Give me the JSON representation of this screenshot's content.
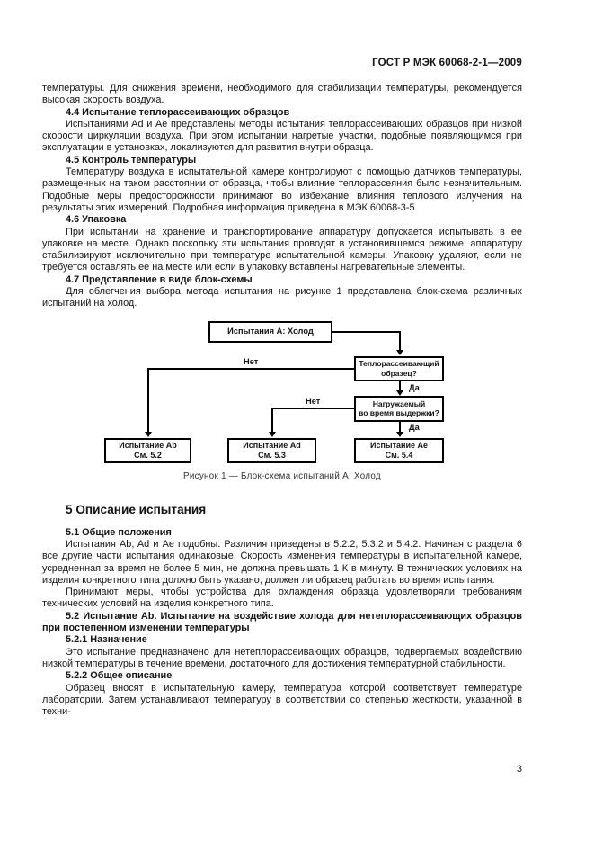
{
  "header": {
    "doc_number": "ГОСТ Р МЭК 60068-2-1—2009"
  },
  "content": {
    "p_intro": "температуры. Для снижения времени, необходимого для стабилизации температуры, рекомендуется высокая скорость воздуха.",
    "h44": "4.4 Испытание теплорассеивающих образцов",
    "p44": "Испытаниями Ad и Ае представлены методы испытания теплорассеивающих образцов при низкой скорости циркуляции воздуха. При этом испытании нагретые участки, подобные появляющимся при эксплуатации в установках, локализуются для развития внутри образца.",
    "h45": "4.5 Контроль температуры",
    "p45": "Температуру воздуха в испытательной камере контролируют с помощью датчиков температуры, размещенных на таком расстоянии от образца, чтобы влияние теплорассеяния было незначительным. Подобные меры предосторожности принимают во избежание влияния теплового излучения на результаты этих измерений. Подробная информация приведена в МЭК 60068-3-5.",
    "h46": "4.6 Упаковка",
    "p46": "При испытании на хранение и транспортирование аппаратуру допускается испытывать в ее упаковке на месте. Однако поскольку эти испытания проводят в установившемся режиме, аппаратуру стабилизируют исключительно при температуре испытательной камеры. Упаковку удаляют, если не требуется оставлять ее на месте или если в упаковку вставлены нагревательные элементы.",
    "h47": "4.7 Представление в виде блок-схемы",
    "p47": "Для облегчения выбора метода испытания на рисунке 1 представлена блок-схема различных испытаний на холод.",
    "h5": "5 Описание испытания",
    "h51": "5.1 Общие положения",
    "p51a": "Испытания Ab, Ad и Ае подобны. Различия приведены в 5.2.2, 5.3.2 и 5.4.2. Начиная с раздела 6 все другие части испытания одинаковые. Скорость изменения температуры в испытательной камере, усредненная за время не более 5 мин, не должна превышать 1 К в минуту. В технических условиях на изделия конкретного типа должно быть указано, должен ли образец работать во время испытания.",
    "p51b": "Принимают меры, чтобы устройства для охлаждения образца удовлетворяли требованиям технических условий на изделия конкретного типа.",
    "h52": "5.2 Испытание Ab. Испытание на воздействие холода для нетеплорассеивающих образцов при постепенном изменении температуры",
    "h521": "5.2.1 Назначение",
    "p521": "Это испытание предназначено для нетеплорассеивающих образцов, подвергаемых воздействию низкой температуры в течение времени, достаточного для достижения температурной стабильности.",
    "h522": "5.2.2 Общее описание",
    "p522": "Образец вносят в испытательную камеру, температура которой соответствует температуре лаборатории. Затем устанавливают температуру в соответствии со степенью жесткости, указанной в техни-"
  },
  "figure": {
    "start_box": "Испытания А: Холод",
    "decision1_line1": "Теплорассеивающий",
    "decision1_line2": "образец?",
    "decision2_line1": "Нагружаемый",
    "decision2_line2": "во время выдержки?",
    "result_ab_line1": "Испытание Ab",
    "result_ab_line2": "См. 5.2",
    "result_ad_line1": "Испытание Ad",
    "result_ad_line2": "См. 5.3",
    "result_ae_line1": "Испытание Ае",
    "result_ae_line2": "См. 5.4",
    "label_no_1": "Нет",
    "label_yes_1": "Да",
    "label_no_2": "Нет",
    "label_yes_2": "Да",
    "caption": "Рисунок 1 — Блок-схема испытаний А:  Холод"
  },
  "footer": {
    "page_number": "3"
  }
}
